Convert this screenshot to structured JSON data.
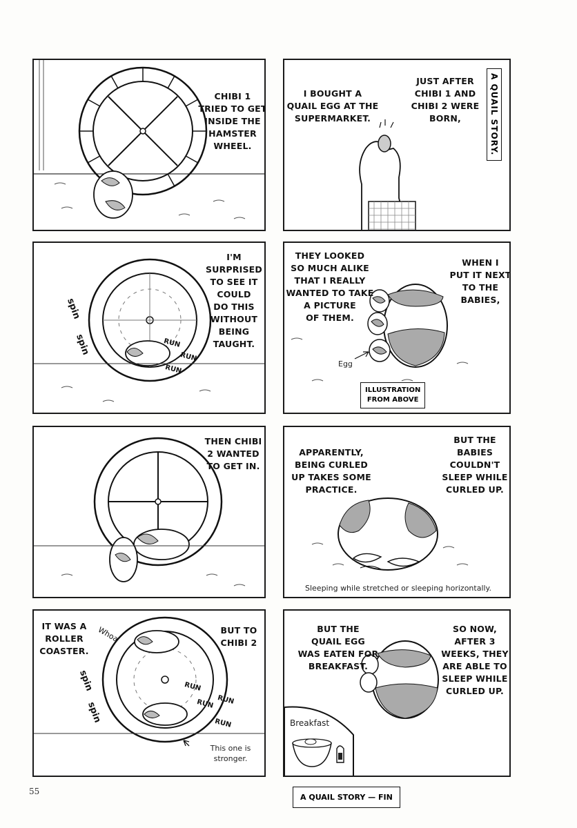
{
  "page_number": "55",
  "title_vertical": "A QUAIL STORY.",
  "fin_label": "A QUAIL STORY — FIN",
  "left": {
    "p1": {
      "text": "CHIBI 1\nTRIED TO GET\nINSIDE THE\nHAMSTER\nWHEEL."
    },
    "p2": {
      "text": "I'M\nSURPRISED\nTO SEE IT\nCOULD\nDO THIS\nWITHOUT\nBEING\nTAUGHT.",
      "sfx_spin1": "spin",
      "sfx_spin2": "spin",
      "sfx_run1": "RUN",
      "sfx_run2": "RUN",
      "sfx_run3": "RUN"
    },
    "p3": {
      "text": "THEN CHIBI\n2 WANTED\nTO GET IN."
    },
    "p4": {
      "text_left": "IT WAS A\nROLLER\nCOASTER.",
      "text_right": "BUT TO\nCHIBI 2",
      "sfx_whoa": "Whoa",
      "sfx_spin1": "spin",
      "sfx_spin2": "spin",
      "sfx_run1": "RUN",
      "sfx_run2": "RUN",
      "sfx_run3": "RUN",
      "sfx_run4": "RUN",
      "note": "This one is\nstronger."
    }
  },
  "right": {
    "p1": {
      "text_left": "I BOUGHT A\nQUAIL EGG AT THE\nSUPERMARKET.",
      "text_right": "JUST AFTER\nCHIBI 1 AND\nCHIBI 2 WERE\nBORN,"
    },
    "p2": {
      "text_left": "THEY LOOKED\nSO MUCH ALIKE\nTHAT I REALLY\nWANTED TO TAKE\nA PICTURE\nOF THEM.",
      "text_right": "WHEN I\nPUT IT NEXT\nTO THE\nBABIES,",
      "egg_label": "Egg",
      "box_label": "ILLUSTRATION\nFROM ABOVE"
    },
    "p3": {
      "text_left": "APPARENTLY,\nBEING CURLED\nUP TAKES SOME\nPRACTICE.",
      "text_right": "BUT THE\nBABIES\nCOULDN'T\nSLEEP WHILE\nCURLED UP.",
      "caption": "Sleeping while stretched or sleeping horizontally."
    },
    "p4": {
      "text_left": "BUT THE\nQUAIL EGG\nWAS EATEN FOR\nBREAKFAST.",
      "text_right": "SO NOW,\nAFTER 3\nWEEKS, THEY\nARE ABLE TO\nSLEEP WHILE\nCURLED UP.",
      "breakfast_label": "Breakfast"
    }
  }
}
